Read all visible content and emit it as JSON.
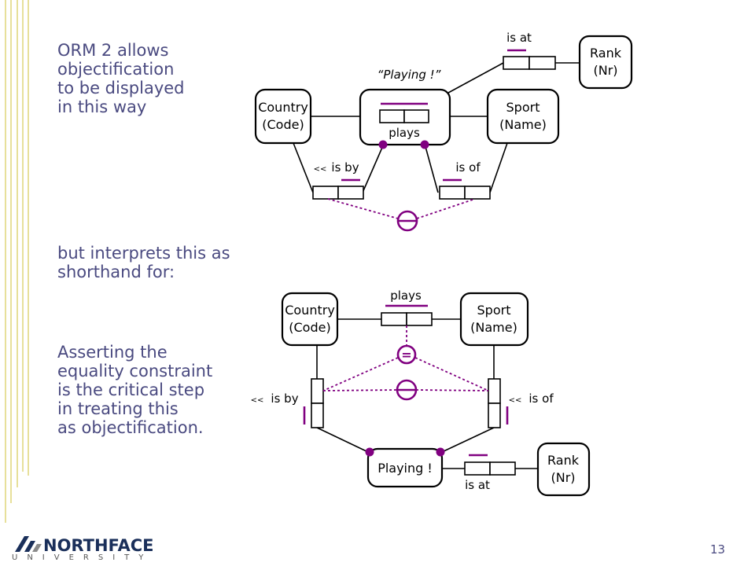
{
  "slide": {
    "text1": "ORM 2 allows\nobjectification\nto be displayed\nin this way",
    "text2": "but interprets this as\nshorthand for:",
    "text3": "Asserting the\nequality constraint\nis the critical step\nin treating this\nas objectification.",
    "page_number": "13"
  },
  "logo": {
    "main": "NORTHFACE",
    "sub": "UNIVERSITY"
  },
  "top_diagram": {
    "objectified_name": "“Playing !”",
    "country": [
      "Country",
      "(Code)"
    ],
    "sport": [
      "Sport",
      "(Name)"
    ],
    "rank": [
      "Rank",
      "(Nr)"
    ],
    "plays_label": "plays",
    "is_at_label": "is at",
    "is_by_label": "is by",
    "is_of_label": "is of",
    "arrow_glyph": "<<"
  },
  "bottom_diagram": {
    "country": [
      "Country",
      "(Code)"
    ],
    "sport": [
      "Sport",
      "(Name)"
    ],
    "rank": [
      "Rank",
      "(Nr)"
    ],
    "playing": "Playing !",
    "plays_label": "plays",
    "is_at_label": "is at",
    "is_by_label": "is by",
    "is_of_label": "is of",
    "arrow_glyph": "<<",
    "equality_symbol": "="
  },
  "colors": {
    "constraint": "#800080",
    "text": "#4a4a80",
    "border_line": "#e7e09a"
  }
}
